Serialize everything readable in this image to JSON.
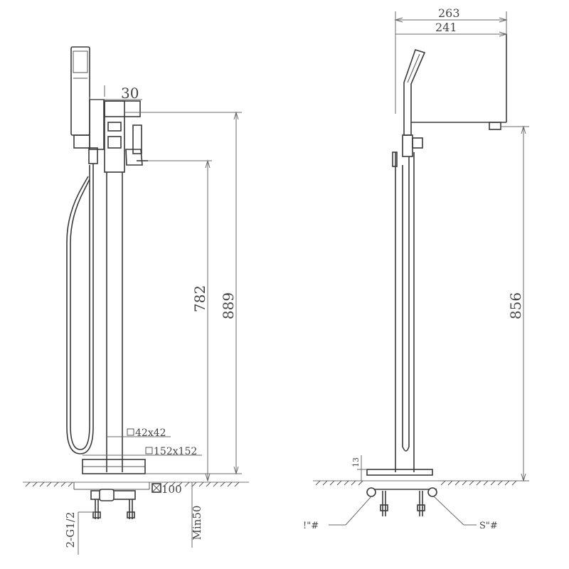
{
  "dimensions": {
    "spout_offset": "30",
    "spout_height": "782",
    "overall_height": "889",
    "shower_reach": "263",
    "spout_reach": "241",
    "side_spout_height": "856",
    "base_thickness": "13",
    "pipe_size": "42x42",
    "base_plate_size": "152x152",
    "box_size": "100",
    "min_depth": "Min50",
    "inlet_thread": "2-G1/2"
  },
  "labels": {
    "hot_inlet_mark": "!\"#",
    "cold_inlet_mark": "S\"#"
  }
}
